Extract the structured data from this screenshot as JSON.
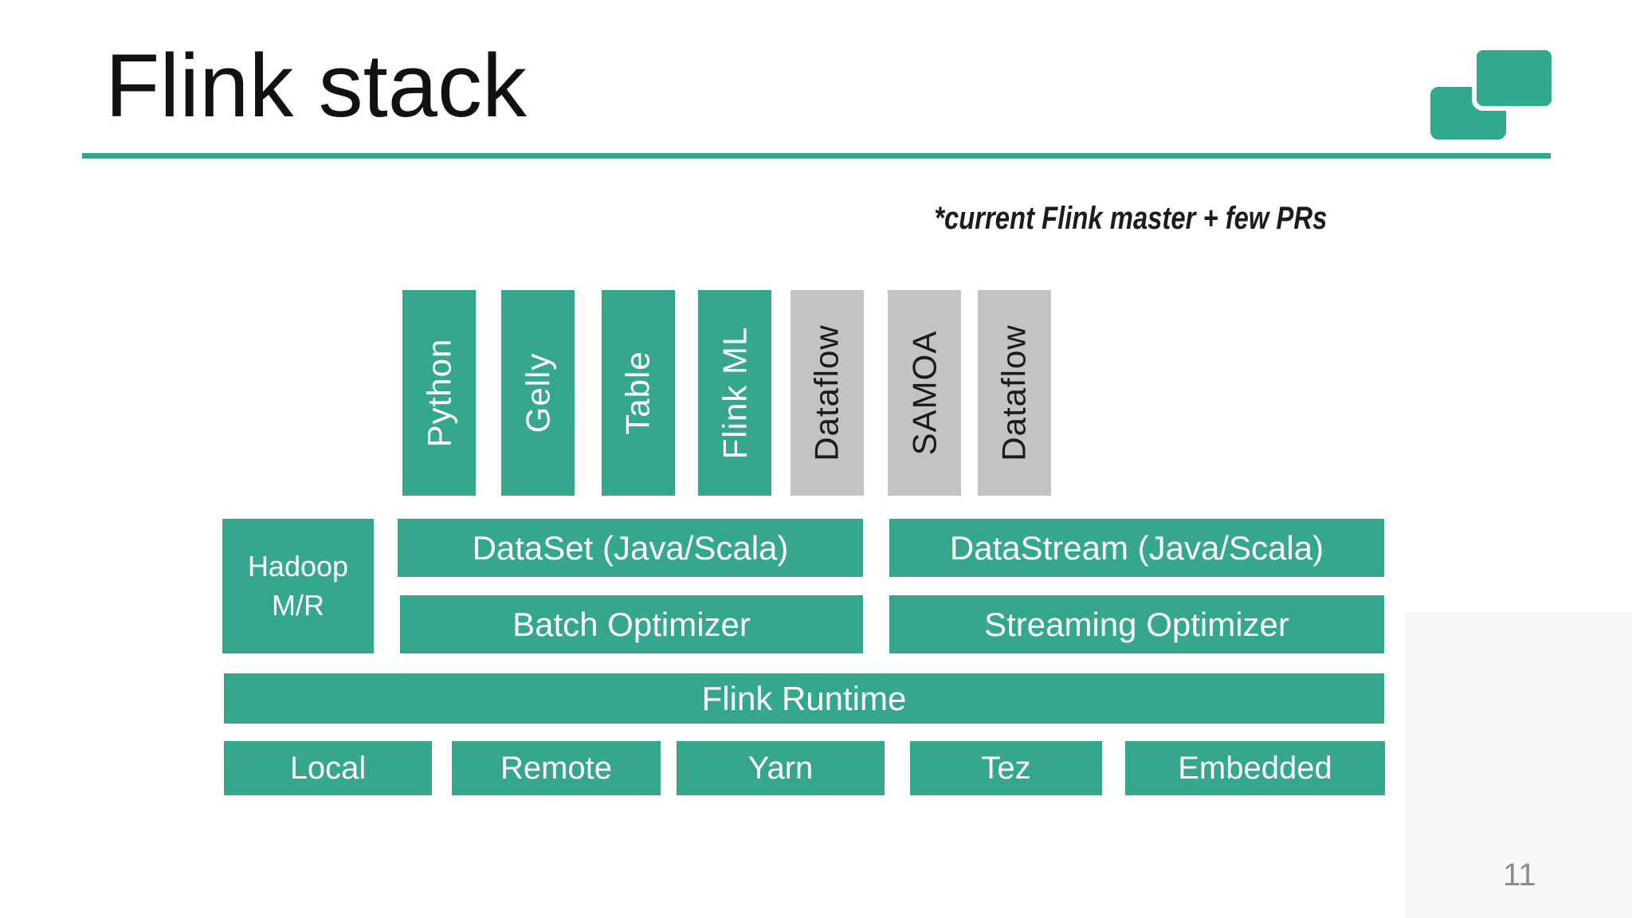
{
  "slide": {
    "title": "Flink stack",
    "annotation": "*current Flink master + few PRs",
    "page_number": "11",
    "colors": {
      "teal": "#35A78D",
      "gray_box": "#C3C3C3",
      "underline": "#35A78D",
      "page_number_gray": "#8C8C8C"
    }
  },
  "stack": {
    "api_columns": [
      {
        "label": "Python",
        "type": "teal"
      },
      {
        "label": "Gelly",
        "type": "teal"
      },
      {
        "label": "Table",
        "type": "teal"
      },
      {
        "label": "Flink ML",
        "type": "teal"
      },
      {
        "label": "Dataflow",
        "type": "gray"
      },
      {
        "label": "SAMOA",
        "type": "gray"
      },
      {
        "label": "Dataflow",
        "type": "gray"
      }
    ],
    "hadoop_box": {
      "line1": "Hadoop",
      "line2": "M/R"
    },
    "api_layer": {
      "left": "DataSet (Java/Scala)",
      "right": "DataStream (Java/Scala)"
    },
    "optimizer_layer": {
      "left": "Batch Optimizer",
      "right": "Streaming Optimizer"
    },
    "runtime": "Flink Runtime",
    "deploy_targets": [
      "Local",
      "Remote",
      "Yarn",
      "Tez",
      "Embedded"
    ]
  }
}
